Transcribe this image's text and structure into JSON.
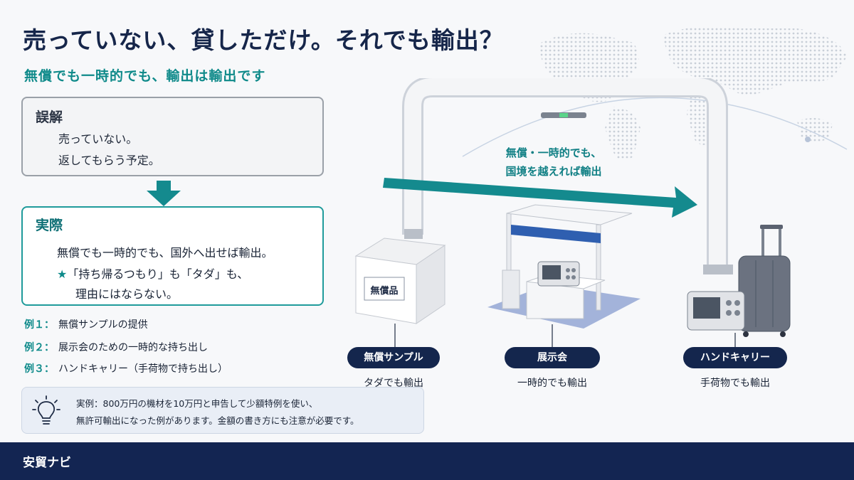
{
  "header": {
    "title": "売っていない、貸しただけ。それでも輸出？",
    "subtitle": "無償でも一時的でも、輸出は輸出です"
  },
  "misconception": {
    "heading": "誤解",
    "lines": [
      "売っていない。",
      "返してもらう予定。"
    ]
  },
  "reality": {
    "heading": "実際",
    "line1": "無償でも一時的でも、国外へ出せば輸出。",
    "star": "★",
    "line2": "「持ち帰るつもり」も「タダ」も、",
    "line3": "理由にはならない。"
  },
  "examples": [
    {
      "label": "例１：",
      "text": "無償サンプルの提供"
    },
    {
      "label": "例２：",
      "text": "展示会のための一時的な持ち出し"
    },
    {
      "label": "例３：",
      "text": "ハンドキャリー（手荷物で持ち出し）"
    }
  ],
  "note": {
    "icon": "lightbulb-icon",
    "line1": "実例：800万円の機材を10万円と申告して少額特例を使い、",
    "line2": "無許可輸出になった例があります。金額の書き方にも注意が必要です。"
  },
  "gate": {
    "line1": "無償・一時的でも、",
    "line2": "国境を越えれば輸出"
  },
  "box_label": "無償品",
  "cases": [
    {
      "label": "無償サンプル",
      "caption": "タダでも輸出"
    },
    {
      "label": "展示会",
      "caption": "一時的でも輸出"
    },
    {
      "label": "ハンドキャリー",
      "caption": "手荷物でも輸出"
    }
  ],
  "footer": {
    "brand": "安貿ナビ"
  },
  "colors": {
    "navy": "#132552",
    "teal": "#0f8a8a",
    "teal_arrow": "#148a8e"
  }
}
